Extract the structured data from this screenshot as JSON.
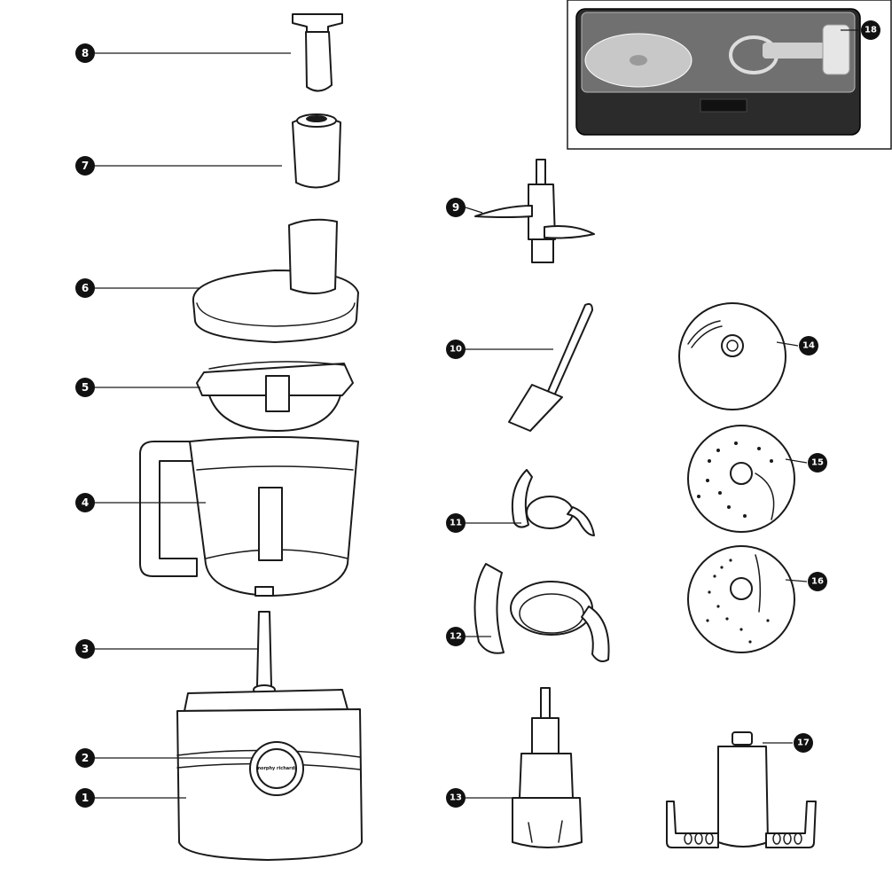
{
  "brand_label": "morphy richards",
  "parts": [
    {
      "num": "1",
      "icon": "motor-base"
    },
    {
      "num": "2",
      "icon": "control-dial"
    },
    {
      "num": "3",
      "icon": "drive-shaft"
    },
    {
      "num": "4",
      "icon": "processing-bowl"
    },
    {
      "num": "5",
      "icon": "mini-bowl"
    },
    {
      "num": "6",
      "icon": "lid-with-feed-tube"
    },
    {
      "num": "7",
      "icon": "large-pusher"
    },
    {
      "num": "8",
      "icon": "small-pusher"
    },
    {
      "num": "9",
      "icon": "chopping-blade"
    },
    {
      "num": "10",
      "icon": "spatula"
    },
    {
      "num": "11",
      "icon": "small-blade"
    },
    {
      "num": "12",
      "icon": "large-blade"
    },
    {
      "num": "13",
      "icon": "disc-stem"
    },
    {
      "num": "14",
      "icon": "slicing-disc"
    },
    {
      "num": "15",
      "icon": "coarse-grating-disc"
    },
    {
      "num": "16",
      "icon": "fine-grating-disc"
    },
    {
      "num": "17",
      "icon": "dough-tool"
    },
    {
      "num": "18",
      "icon": "storage-case"
    }
  ]
}
